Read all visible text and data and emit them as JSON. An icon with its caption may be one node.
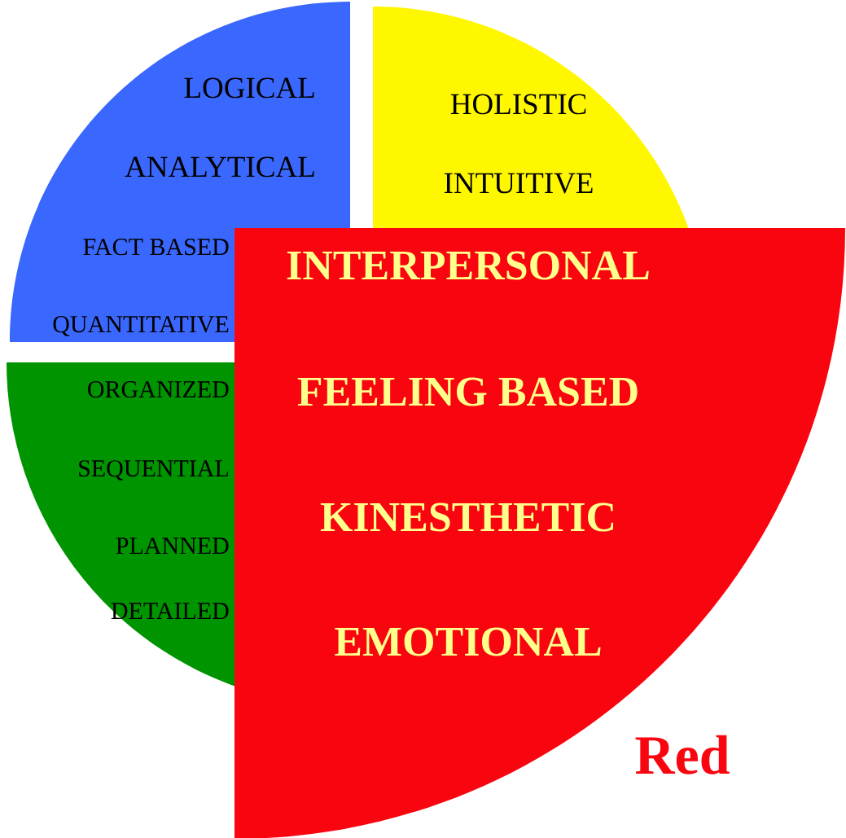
{
  "diagram": {
    "nodes": [
      {
        "text": [
          "LOGICAL",
          "ANALYTICAL",
          "FACT BASED",
          "QUANTITATIVE"
        ]
      },
      {
        "text": [
          "HOLISTIC",
          "INTUITIVE"
        ]
      },
      {
        "text": [
          "ORGANIZED",
          "SEQUENTIAL",
          "PLANNED",
          "DETAILED"
        ]
      },
      {
        "text": [
          "INTERPERSONAL",
          "FEELING BASED",
          "KINESTHETIC",
          "EMOTIONAL",
          "Red"
        ]
      }
    ]
  }
}
